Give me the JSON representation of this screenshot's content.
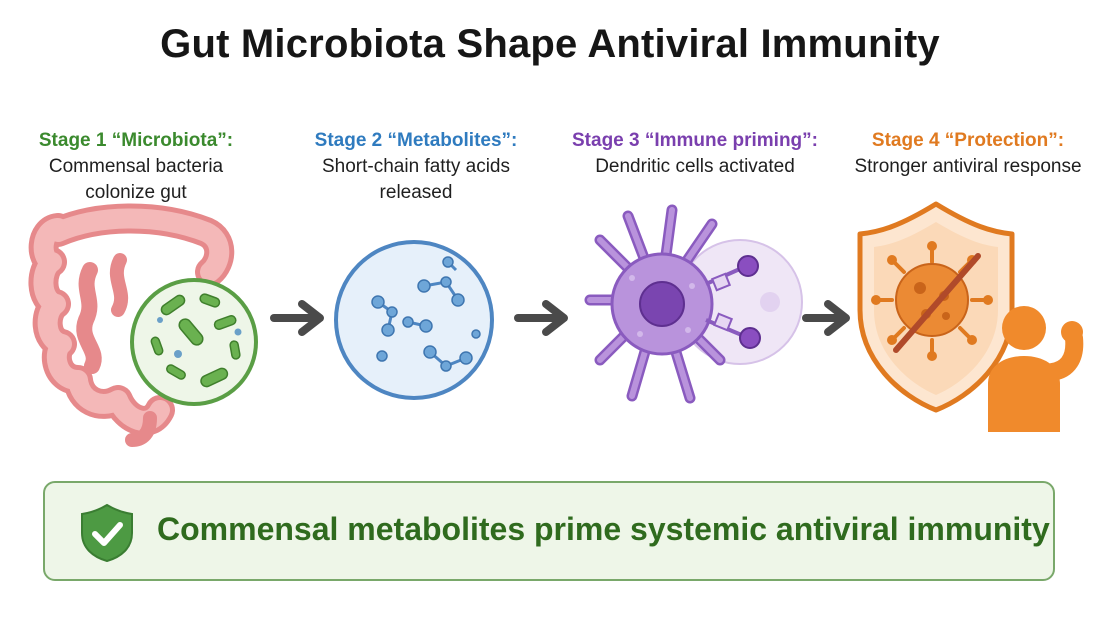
{
  "title": "Gut Microbiota Shape Antiviral Immunity",
  "colors": {
    "stage1": "#3b8a2e",
    "stage2": "#2f7bbf",
    "stage3": "#7a3fae",
    "stage4": "#e07a20",
    "summary_text": "#2f6b1e"
  },
  "stages": [
    {
      "heading": "Stage 1 “Microbiota”:",
      "desc": "Commensal bacteria colonize gut",
      "icon": "gut-intestine-icon"
    },
    {
      "heading": "Stage 2 “Metabolites”:",
      "desc": "Short-chain fatty acids released",
      "icon": "molecules-icon"
    },
    {
      "heading": "Stage 3 “Immune priming”:",
      "desc": "Dendritic cells activated",
      "icon": "dendritic-cell-icon"
    },
    {
      "heading": "Stage 4 “Protection”:",
      "desc": "Stronger antiviral response",
      "icon": "shield-virus-icon"
    }
  ],
  "summary": {
    "text": "Commensal metabolites prime systemic antiviral immunity",
    "icon": "check-shield-icon"
  }
}
